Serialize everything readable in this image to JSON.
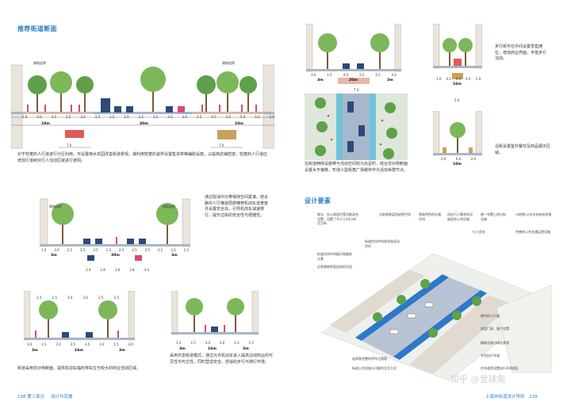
{
  "page": {
    "left_title": "推荐街道断面",
    "right_title": "设计要素",
    "left_footer_number": "138",
    "left_footer_part": "第三部分",
    "left_footer_chapter": "设计与实施",
    "right_footer_book": "上海市街道设计导则",
    "right_footer_number": "139",
    "watermark": "知乎 @雪球兔"
  },
  "section1": {
    "label_left": "建筑退界",
    "label_right": "建筑退界",
    "dims": [
      "5.0",
      "2.0",
      "4.5",
      "2.5",
      "3.0",
      "3.5",
      "1.5",
      "3.5",
      "3.5",
      "1.5",
      "3.5",
      "3.0",
      "2.5",
      "4.5",
      "2.0",
      "5.0",
      "4.0",
      "1.0"
    ],
    "width_left": "10m",
    "width_mid": "40m",
    "width_right": "10m",
    "inset_left_dim": "7.0",
    "inset_right_dim": "7.0",
    "description": "对于较宽的人行道进行分区利用，可设置雨水花园改善街道景观，或利用较宽的退界设置售货亭等辅助设施，以提高店铺密度。较宽的人行道应增加行道树对行人活动区域进行遮阴。"
  },
  "section2": {
    "label_left": "建筑退界",
    "label_right": "建筑退界",
    "dims": [
      "1.5",
      "3.0",
      "2.5",
      "3.5",
      "3.5",
      "1.5",
      "2.5",
      "3.5",
      "3.5",
      "2.5",
      "3.0",
      "1.5"
    ],
    "width_left": "3m",
    "width_mid": "30m",
    "width_right": "3m",
    "sub_dims": [
      "3.4",
      "2.8",
      "1.6",
      "2.8",
      "3.4"
    ],
    "description": "通过取消中分带保持空间紧凑，结合路中人行横道局部横穿机动车道宽度并设置安全岛，引导机动车减速慢行，提升过街的安全性与便捷性。"
  },
  "section3": {
    "dims": [
      "3.0",
      "1.5",
      "2.0",
      "3.5",
      "3.5",
      "2.0",
      "1.5",
      "3.0"
    ],
    "top_dims": [
      "1.5",
      "2.5",
      "3.0",
      "3.0",
      "2.5",
      "1.5"
    ],
    "width_left": "3m",
    "width_mid": "16m",
    "width_right": "3m",
    "description": "街道采用非对称断面，提供机动车临时停车位与较大的商业活动区域。"
  },
  "section4": {
    "dims": [
      "1.5",
      "2.5",
      "3.0",
      "3.0",
      "2.5",
      "1.5"
    ],
    "width_left": "3m",
    "width_mid": "16m",
    "width_right": "3m",
    "description": "采用共享街道模式，通过允许机动车进入提高沿线商业的可见性与可达性，同时营造安全、舒适的步行与骑行环境。"
  },
  "section5": {
    "dims": [
      "3.0",
      "1.5",
      "4.0",
      "3.5",
      "1.5",
      "3.0"
    ],
    "width_left": "3m",
    "width_mid": "20m",
    "width_right": "3m",
    "inset_dim": "7.0"
  },
  "plan_view": {
    "description": "在街道两侧设施带与活动空间较为充足时，结合非对称断面设置水平偏移，形成小型街角广场缓存作为活动休憩节点。"
  },
  "section6": {
    "dims": [
      "1.0",
      "4.5",
      "5.0",
      "4.5",
      "1.0"
    ],
    "width": "16m",
    "sub_dim": "5.0",
    "description": "步行街可在中间设置零售摊位，增加商业界面，丰富步行活动。"
  },
  "section7": {
    "dims": [
      "2.0",
      "6.0",
      "2.0"
    ],
    "width": "10m",
    "description": "沿街设置室外餐饮及商品展示区域。"
  },
  "callouts_top": [
    "商业、办公和居住等功能混合设置，设置了不少于24小时活力街",
    "沿街和底层的退界空间",
    "独具特色的交通空间",
    "适应行人需求的设施组合公共设施",
    "统一布置上的过街设施",
    "与地铁/公交车站有机衔接"
  ],
  "callouts_right": [
    "完善的公共交通运营设施",
    "行人优先",
    "便利的人行道",
    "底层门面、窗户设置",
    "精致设施与绿化景观",
    "专用自行车道",
    "在车道旁设置自行车停放区"
  ],
  "callouts_left": [
    "街道空间中的娱乐和服务元素",
    "街道空间中的体验和活动空间",
    "近地建筑界面连续的活动"
  ],
  "callouts_bottom": [
    "连续和完整的停车位管理",
    "街道上的设施与可能的交互方式"
  ]
}
